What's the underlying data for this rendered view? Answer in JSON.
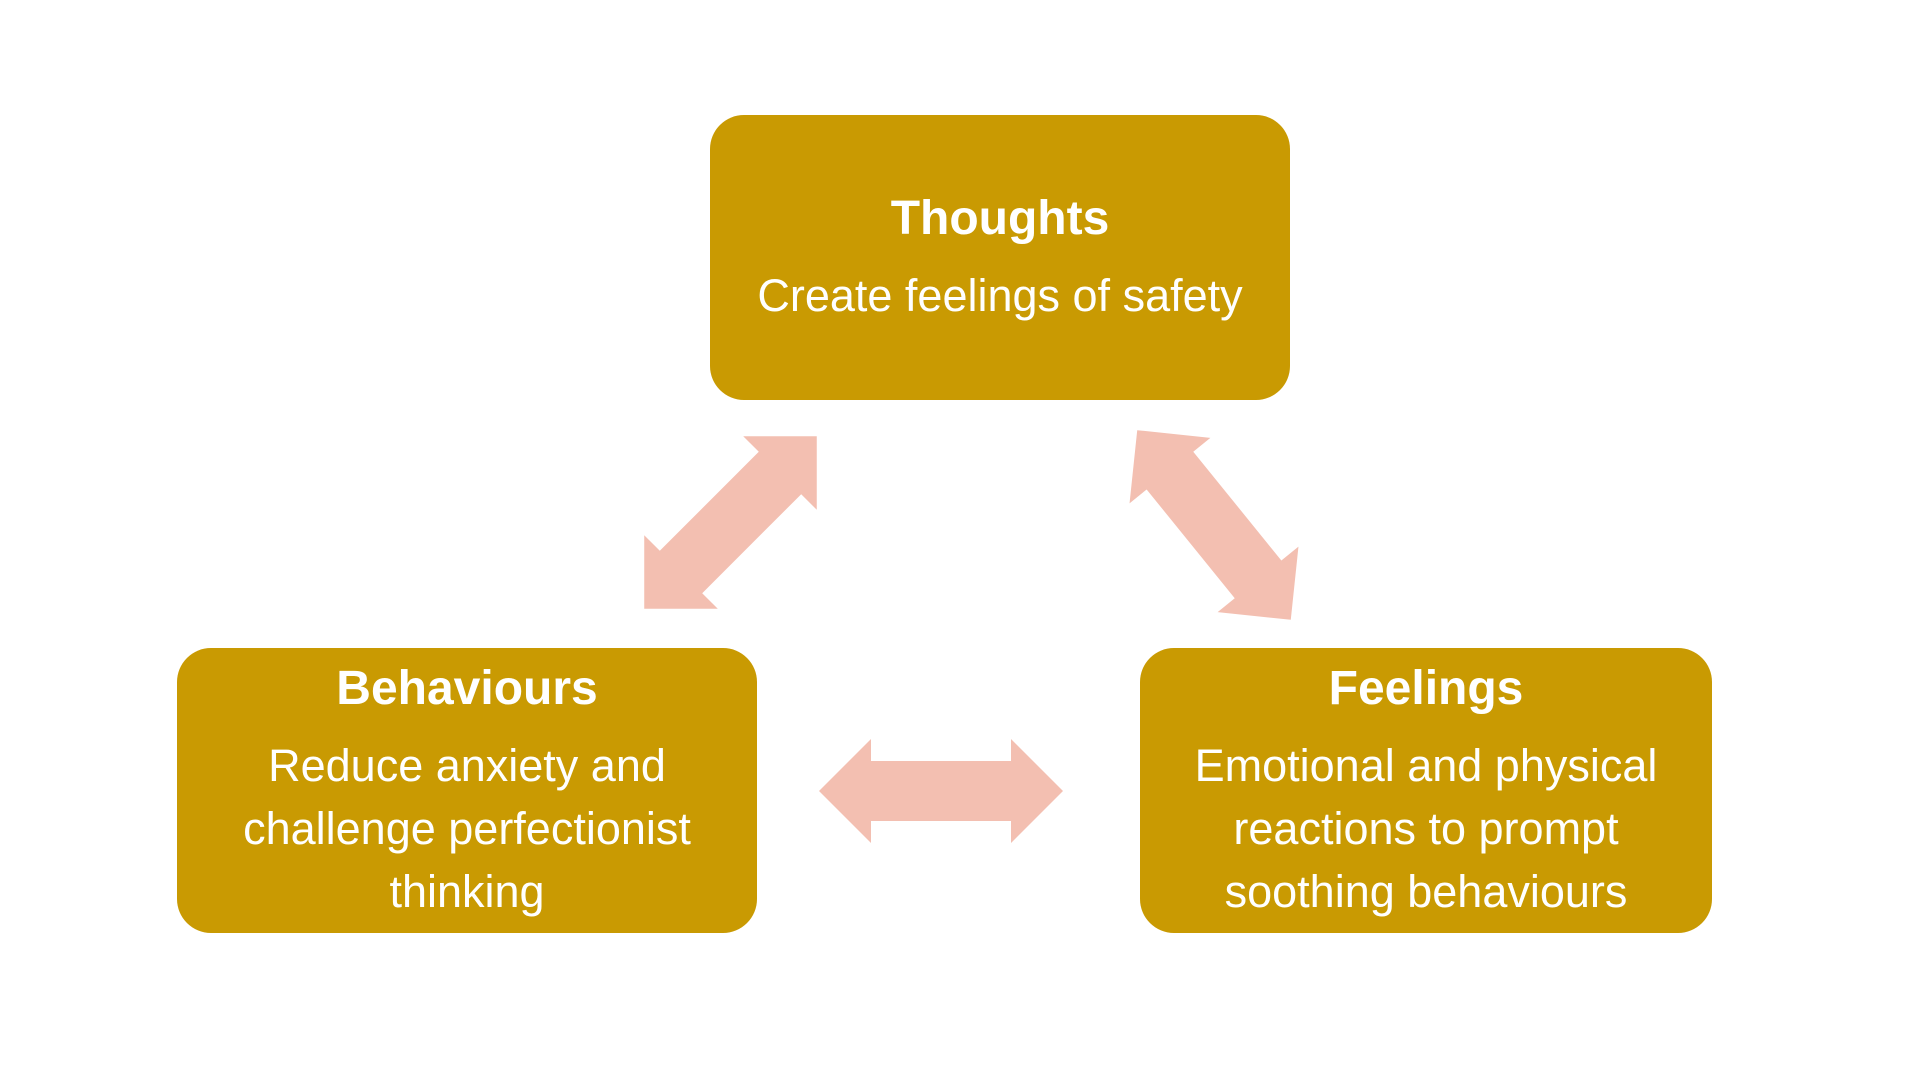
{
  "diagram": {
    "type": "cycle",
    "background": "#ffffff",
    "colors": {
      "node_fill": "#c99a02",
      "node_text": "#ffffff",
      "arrow_fill": "#f3bfb1"
    },
    "nodes": [
      {
        "id": "thoughts",
        "title": "Thoughts",
        "description": "Create feelings of safety"
      },
      {
        "id": "behaviours",
        "title": "Behaviours",
        "description": "Reduce anxiety and challenge perfectionist thinking"
      },
      {
        "id": "feelings",
        "title": "Feelings",
        "description": "Emotional and physical reactions to prompt soothing behaviours"
      }
    ],
    "connections": [
      {
        "from": "thoughts",
        "to": "behaviours",
        "style": "double-headed-arrow"
      },
      {
        "from": "thoughts",
        "to": "feelings",
        "style": "double-headed-arrow"
      },
      {
        "from": "behaviours",
        "to": "feelings",
        "style": "double-headed-arrow"
      }
    ]
  }
}
